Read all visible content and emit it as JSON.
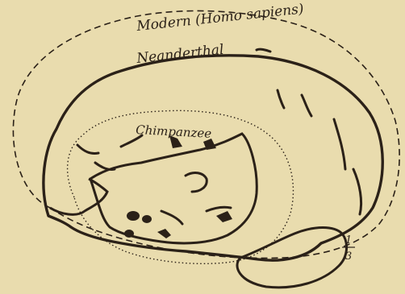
{
  "figure": {
    "labels": {
      "modern": "Modern (Homo sapiens)",
      "neanderthal": "Neanderthal",
      "chimpanzee": "Chimpanzee"
    },
    "scale_numerator": "1",
    "scale_denominator": "3"
  },
  "colors": {
    "background": "#e9dcae",
    "ink": "#2b2118"
  }
}
